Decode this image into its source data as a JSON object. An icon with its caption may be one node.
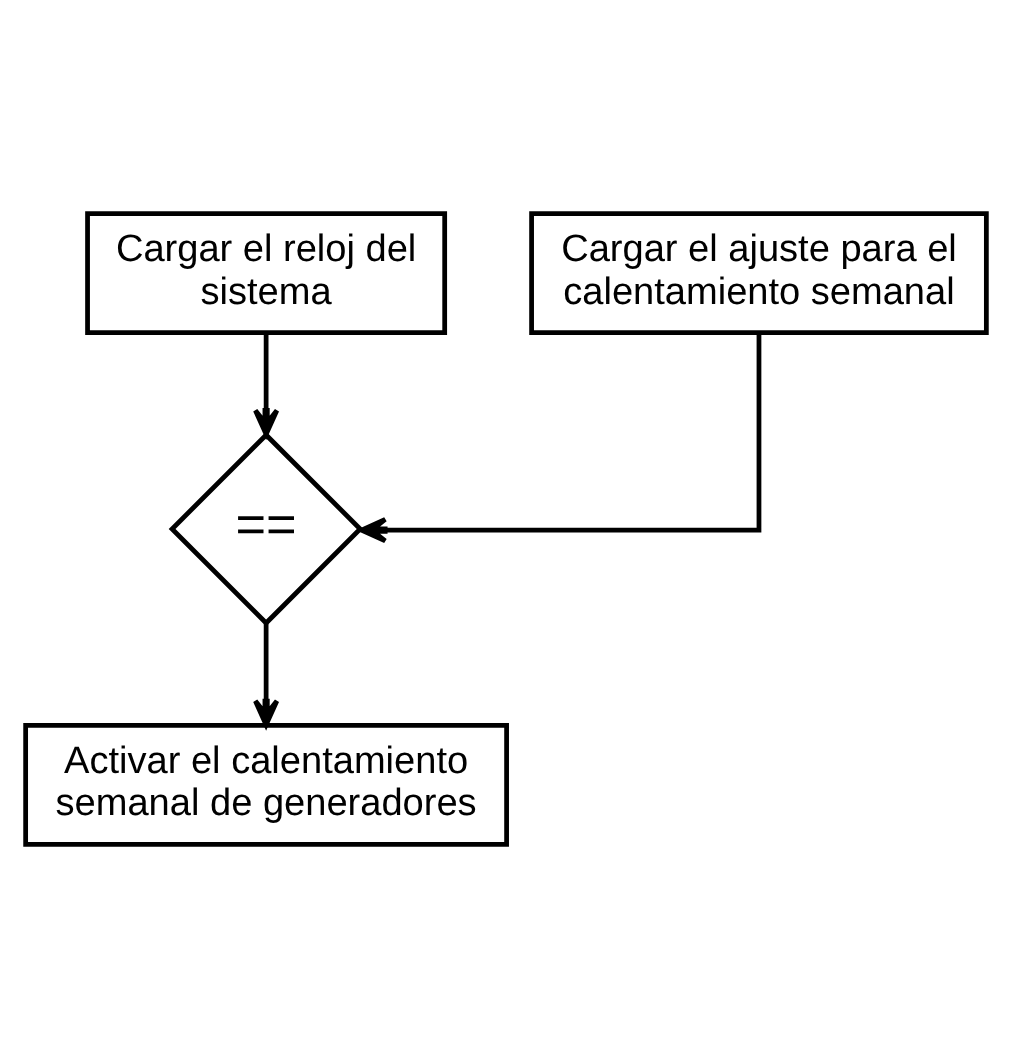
{
  "diagram": {
    "nodes": [
      {
        "text": [
          "Cargar el reloj del sistema"
        ]
      },
      {
        "text": [
          "Cargar el ajuste para el calentamiento semanal"
        ]
      },
      {
        "text": [
          "=="
        ]
      },
      {
        "text": [
          "Activar el calentamiento semanal de generadores"
        ]
      }
    ],
    "edges": [
      {
        "from": 0,
        "to": 2,
        "arrow": "to"
      },
      {
        "from": 1,
        "to": 2,
        "arrow": "to"
      },
      {
        "from": 2,
        "to": 3,
        "arrow": "to"
      }
    ]
  }
}
